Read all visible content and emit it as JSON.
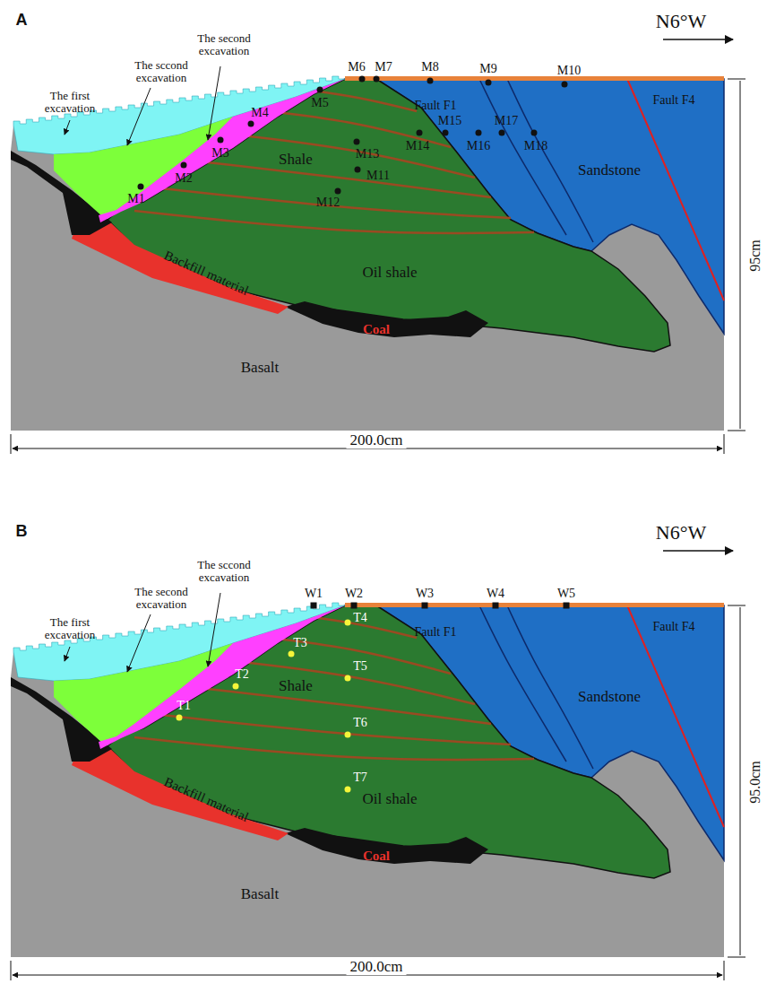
{
  "diagram": {
    "labels": [
      "A",
      "N6°W",
      "The first excavation",
      "The sccond excavation",
      "The second excavation",
      "M1",
      "M2",
      "M3",
      "M4",
      "M5",
      "M6",
      "M7",
      "M8",
      "M9",
      "M10",
      "M11",
      "M12",
      "M13",
      "M14",
      "M15",
      "M16",
      "M17",
      "M18",
      "Fault F1",
      "Fault F4",
      "Sandstone",
      "Shale",
      "Oil shale",
      "Backfill material",
      "Coal",
      "Basalt",
      "95cm",
      "200.0cm",
      "B",
      "N6°W",
      "The first excavation",
      "The second excavation",
      "The sccond excavation",
      "W1",
      "W2",
      "W3",
      "W4",
      "W5",
      "T1",
      "T2",
      "T3",
      "T4",
      "T5",
      "T6",
      "T7",
      "Fault F1",
      "Fault F4",
      "Sandstone",
      "Shale",
      "Oil shale",
      "Backfill material",
      "Coal",
      "Basalt",
      "95.0cm",
      "200.0cm"
    ]
  }
}
